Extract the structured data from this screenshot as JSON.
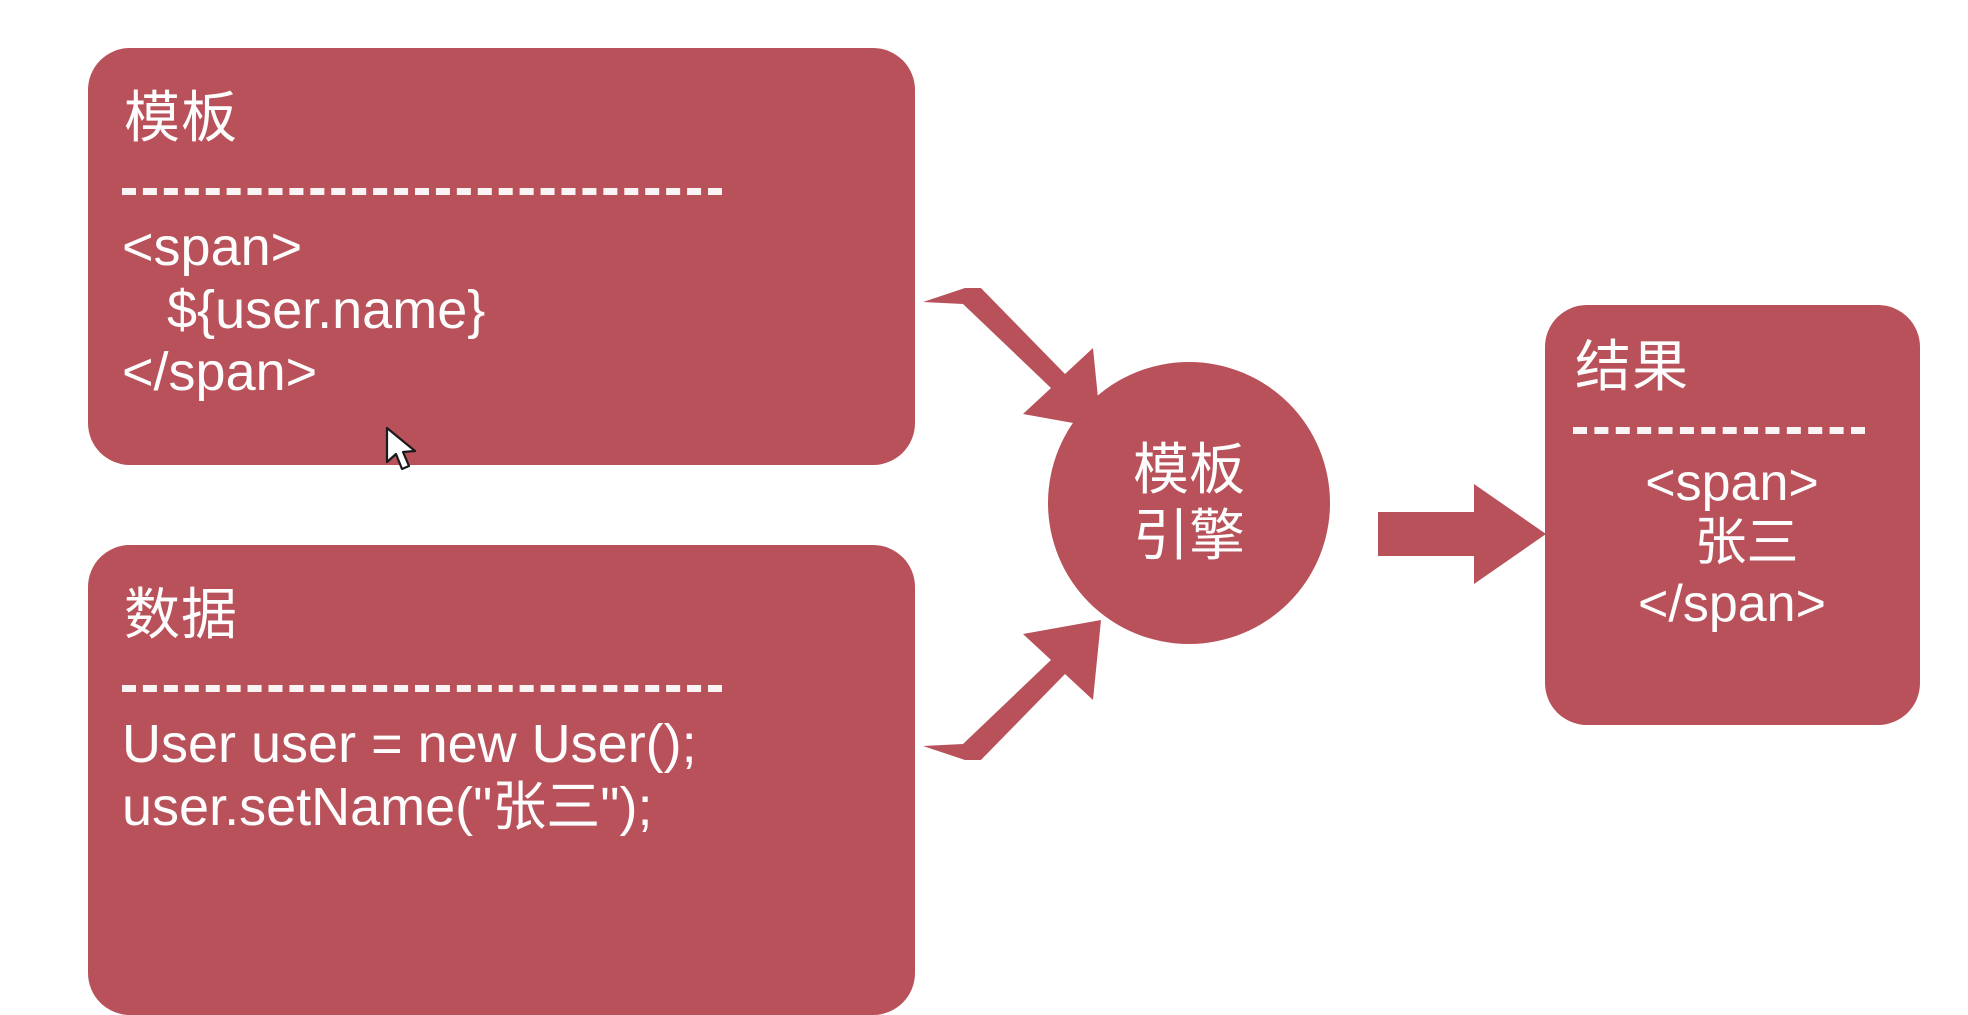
{
  "theme": {
    "brand_red": "#b8515a",
    "text_on_brand": "#fdfdfd",
    "background": "#ffffff"
  },
  "diagram": {
    "title_semantic": "template-engine-rendering-flow",
    "template_card": {
      "title": "模板",
      "code": "<span>\n   ${user.name}\n</span>"
    },
    "data_card": {
      "title": "数据",
      "code": "User user = new User();\nuser.setName(\"张三\");"
    },
    "engine": {
      "line1": "模板",
      "line2": "引擎"
    },
    "result_card": {
      "title": "结果",
      "code": "<span>\n  张三\n</span>"
    },
    "arrows": [
      {
        "name": "template-to-engine",
        "direction": "down-right"
      },
      {
        "name": "data-to-engine",
        "direction": "up-right"
      },
      {
        "name": "engine-to-result",
        "direction": "right"
      }
    ]
  }
}
